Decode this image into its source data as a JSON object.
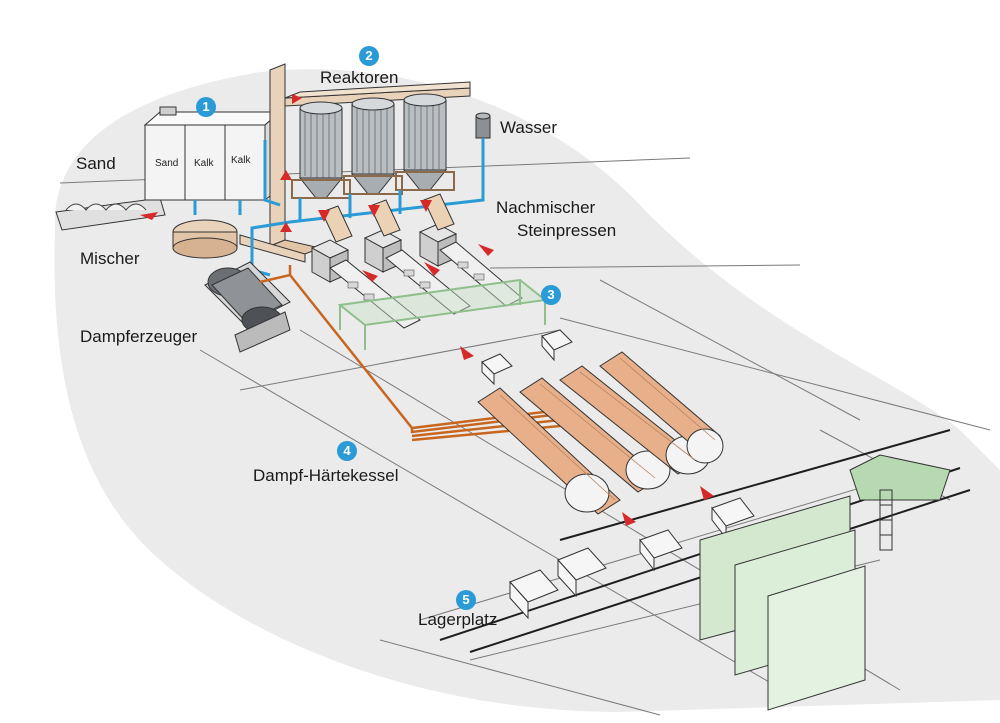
{
  "labels": {
    "sand": "Sand",
    "reaktoren": "Reaktoren",
    "wasser": "Wasser",
    "nachmischer": "Nachmischer",
    "steinpressen": "Steinpressen",
    "mischer": "Mischer",
    "dampferzeuger": "Dampferzeuger",
    "dampf_haertekessel": "Dampf-Härtekessel",
    "lagerplatz": "Lagerplatz"
  },
  "silos": {
    "sand": "Sand",
    "kalk1": "Kalk",
    "kalk2": "Kalk"
  },
  "steps": {
    "s1": "1",
    "s2": "2",
    "s3": "3",
    "s4": "4",
    "s5": "5"
  },
  "colors": {
    "ground": "#ebebeb",
    "water_pipe": "#2a9bd6",
    "steam_pipe": "#c8661f",
    "conveyor_frame": "#c9e2c8",
    "hall": "#d3e8cf",
    "arrow": "#d62a2a",
    "kessel": "#e7b08a",
    "reactor": "#b9bec3"
  }
}
